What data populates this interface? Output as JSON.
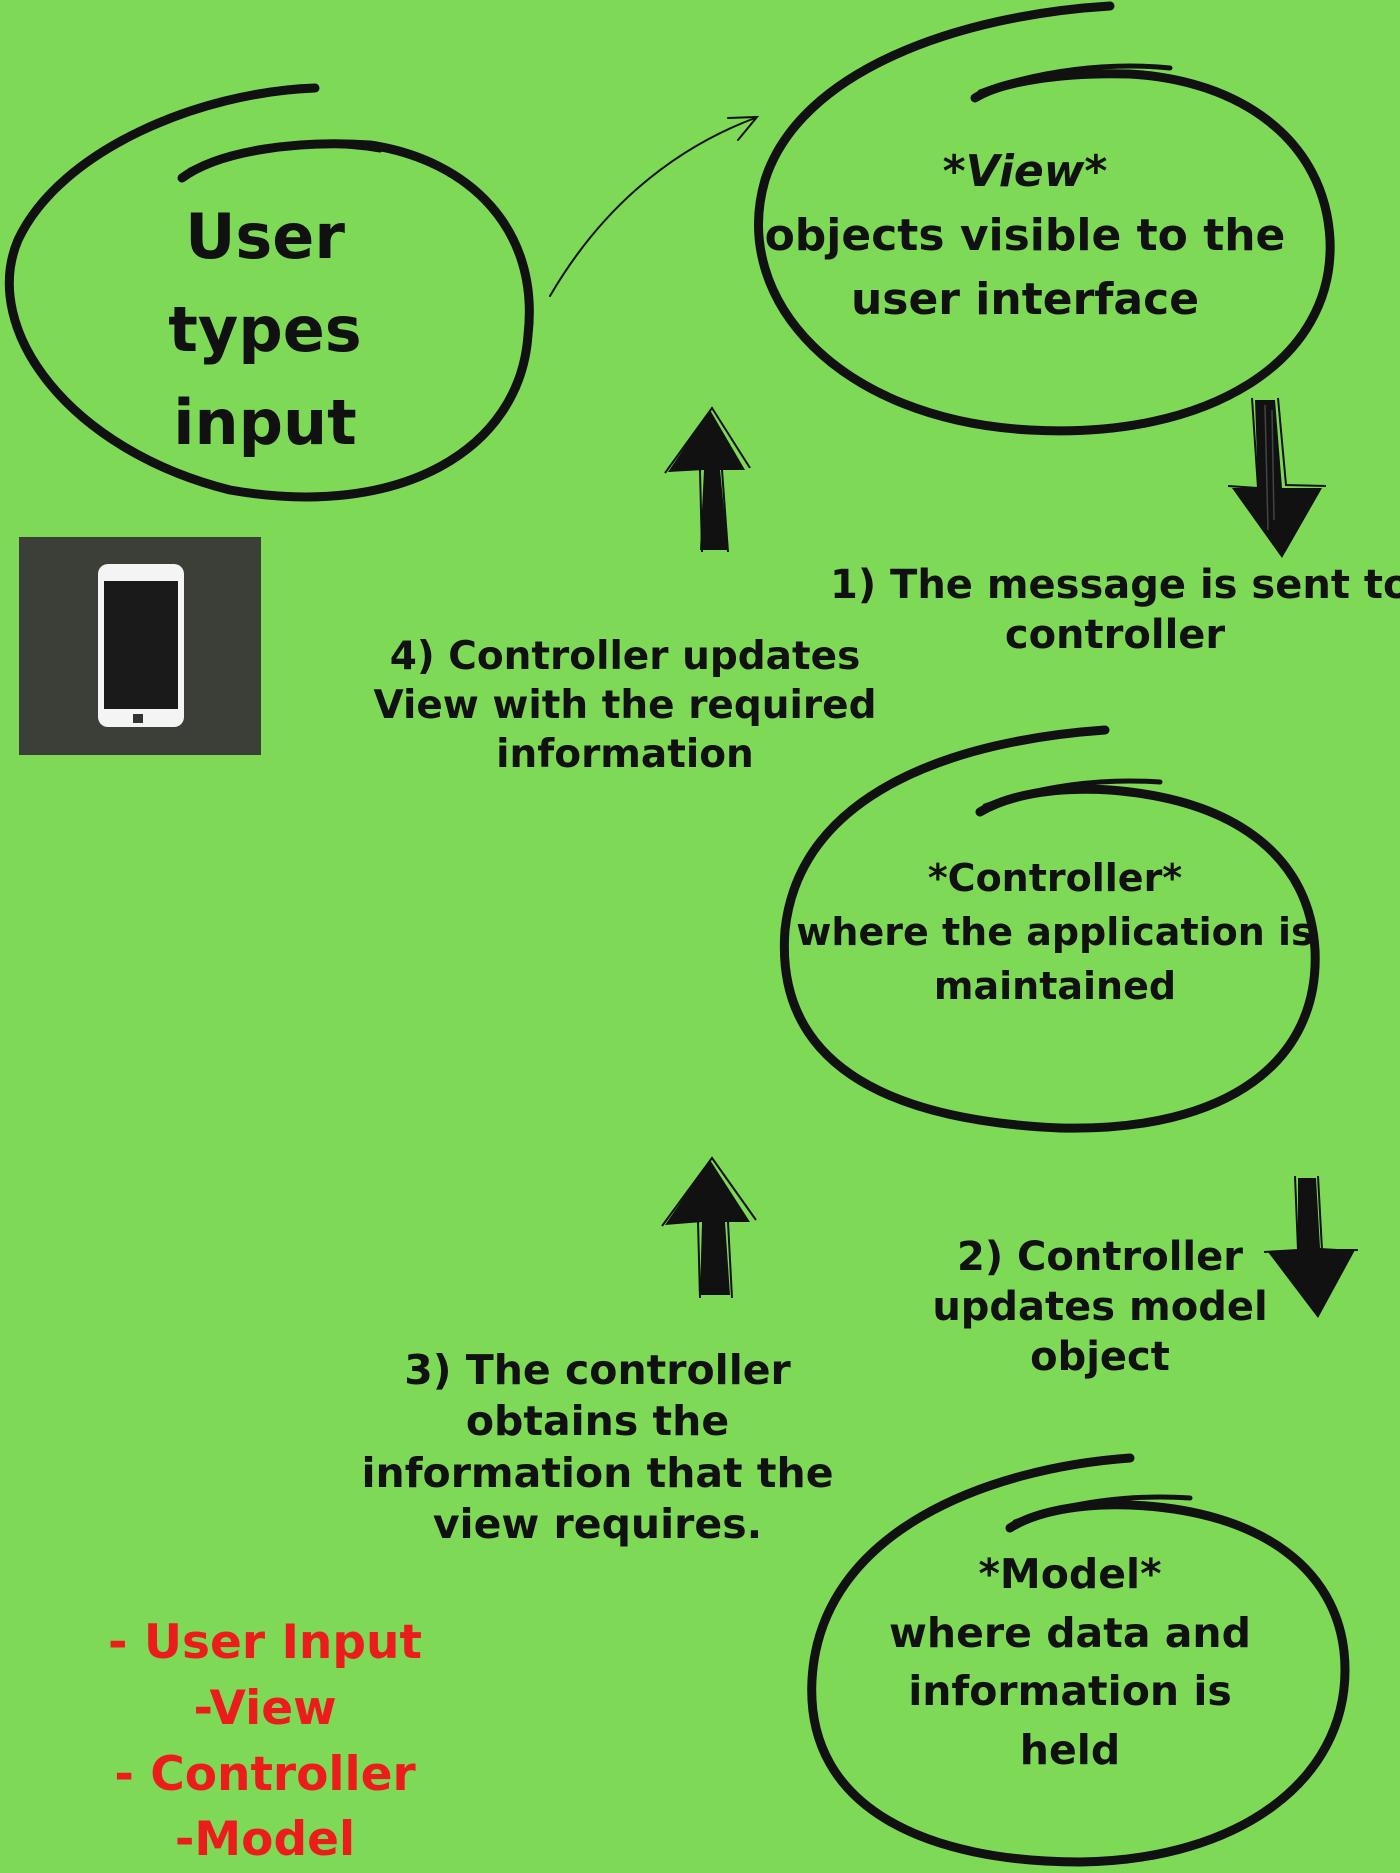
{
  "diagram": {
    "nodes": {
      "user_input": {
        "lines": [
          "User",
          "types",
          "input"
        ]
      },
      "view": {
        "lines": [
          "*View*",
          "objects visible to the",
          "user interface"
        ]
      },
      "controller": {
        "lines": [
          "*Controller*",
          "where the application is",
          "maintained"
        ]
      },
      "model": {
        "lines": [
          "*Model*",
          "where data and",
          "information is",
          "held"
        ]
      }
    },
    "steps": {
      "step1": {
        "lines": [
          "1) The message is sent to",
          "controller"
        ]
      },
      "step2": {
        "lines": [
          "2) Controller",
          "updates model",
          "object"
        ]
      },
      "step3": {
        "lines": [
          "3) The controller",
          "obtains the",
          "information that the",
          "view requires."
        ]
      },
      "step4": {
        "lines": [
          "4) Controller updates",
          "View with the required",
          "information"
        ]
      }
    },
    "edges": [
      {
        "from": "user_input",
        "to": "view"
      },
      {
        "from": "view",
        "to": "controller",
        "label": "step1"
      },
      {
        "from": "controller",
        "to": "model",
        "label": "step2"
      },
      {
        "from": "model",
        "to": "controller",
        "label": "step3"
      },
      {
        "from": "controller",
        "to": "view",
        "label": "step4"
      }
    ],
    "legend": {
      "lines": [
        "- User Input",
        "-View",
        "- Controller",
        "-Model"
      ]
    },
    "icons": {
      "device": "smartphone-icon"
    },
    "colors": {
      "background": "#7ed957",
      "ink": "#111111",
      "legend_text": "#ed1c1c",
      "phone_tile": "#3b3f38",
      "phone_body": "#f4f4f4",
      "phone_screen": "#1a1a1a"
    }
  }
}
